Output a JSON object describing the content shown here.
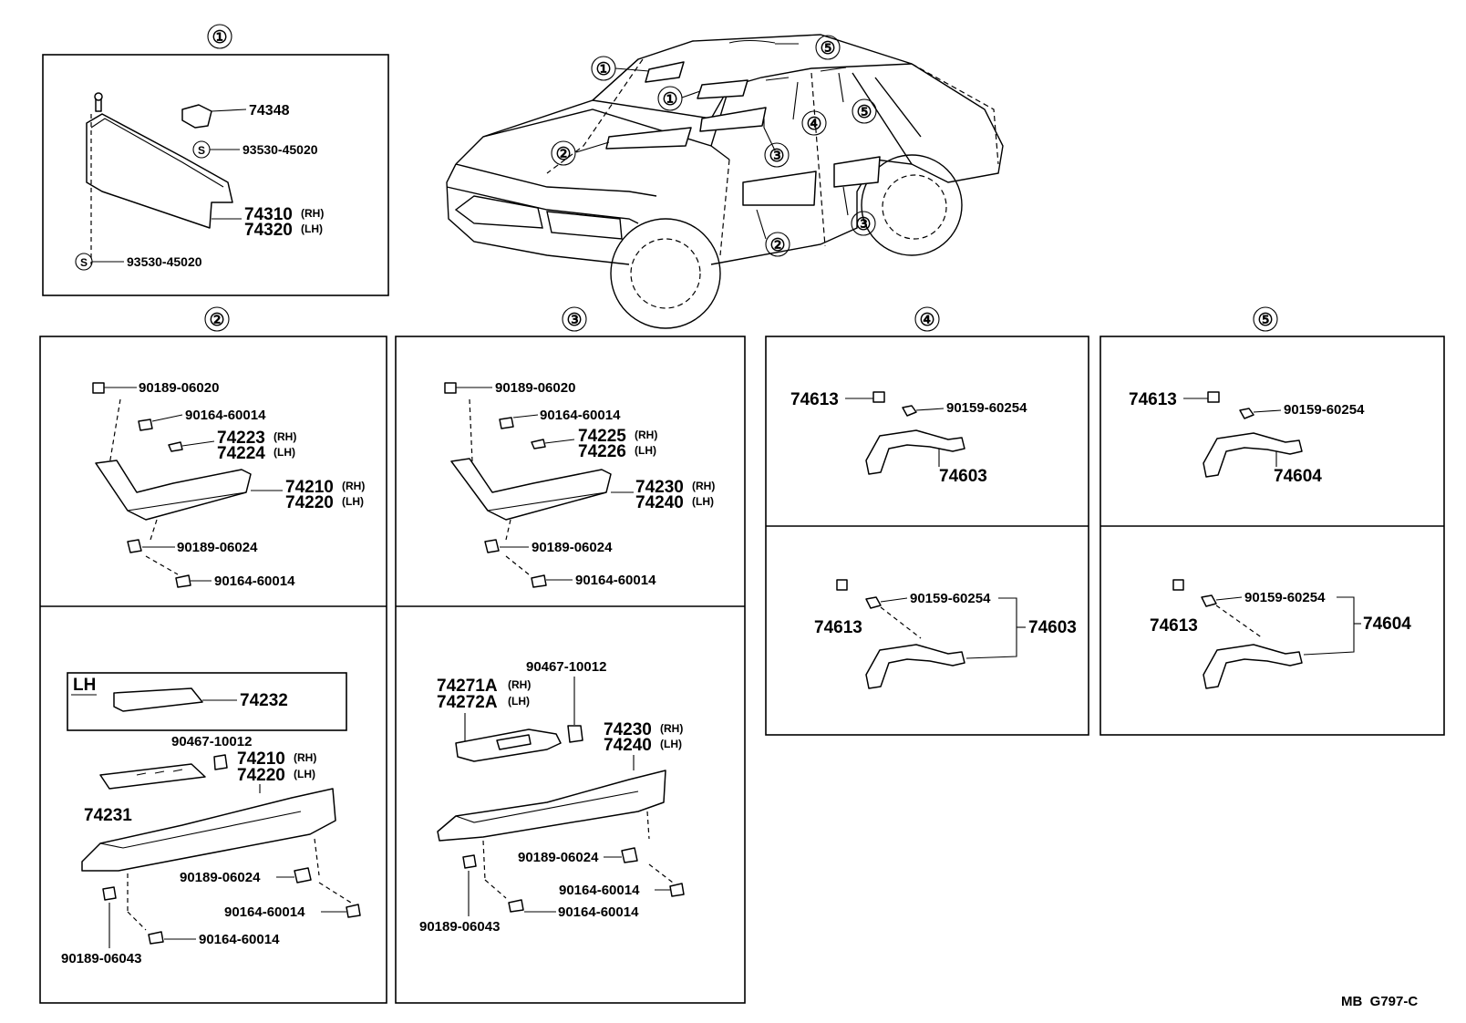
{
  "sections": {
    "s1": "①",
    "s2": "②",
    "s3": "③",
    "s4": "④",
    "s5": "⑤"
  },
  "car": {
    "c1a": "①",
    "c1b": "①",
    "c2a": "②",
    "c2b": "②",
    "c3a": "③",
    "c3b": "③",
    "c4": "④",
    "c5a": "⑤",
    "c5b": "⑤"
  },
  "sec1": {
    "p74348": "74348",
    "s_a": "S",
    "s_b": "S",
    "p93530_a": "93530-45020",
    "p74310": "74310",
    "rh": "(RH)",
    "p74320": "74320",
    "lh": "(LH)",
    "p93530_b": "93530-45020"
  },
  "sec2": {
    "p90189_06020": "90189-06020",
    "p90164_a": "90164-60014",
    "p74223": "74223",
    "rh1": "(RH)",
    "p74224": "74224",
    "lh1": "(LH)",
    "p74210": "74210",
    "rh2": "(RH)",
    "p74220": "74220",
    "lh2": "(LH)",
    "p90189_06024": "90189-06024",
    "p90164_b": "90164-60014",
    "lh_tag": "LH",
    "p74232": "74232",
    "p90467": "90467-10012",
    "p74210b": "74210",
    "rh3": "(RH)",
    "p74220b": "74220",
    "lh3": "(LH)",
    "p74231": "74231",
    "p90189_06024b": "90189-06024",
    "p90164_c": "90164-60014",
    "p90164_d": "90164-60014",
    "p90189_06043": "90189-06043"
  },
  "sec3": {
    "p90189_06020": "90189-06020",
    "p90164_a": "90164-60014",
    "p74225": "74225",
    "rh1": "(RH)",
    "p74226": "74226",
    "lh1": "(LH)",
    "p74230": "74230",
    "rh2": "(RH)",
    "p74240": "74240",
    "lh2": "(LH)",
    "p90189_06024": "90189-06024",
    "p90164_b": "90164-60014",
    "p90467": "90467-10012",
    "p74271A": "74271A",
    "rh3": "(RH)",
    "p74272A": "74272A",
    "lh3": "(LH)",
    "p74230b": "74230",
    "rh4": "(RH)",
    "p74240b": "74240",
    "lh4": "(LH)",
    "p90189_06024b": "90189-06024",
    "p90164_c": "90164-60014",
    "p90164_d": "90164-60014",
    "p90189_06043": "90189-06043"
  },
  "sec4": {
    "p74613a": "74613",
    "p90159a": "90159-60254",
    "p74603a": "74603",
    "p74613b": "74613",
    "p90159b": "90159-60254",
    "p74603b": "74603"
  },
  "sec5": {
    "p74613a": "74613",
    "p90159a": "90159-60254",
    "p74604a": "74604",
    "p74613b": "74613",
    "p90159b": "90159-60254",
    "p74604b": "74604"
  },
  "footer": {
    "code": "MB  G797-C"
  }
}
